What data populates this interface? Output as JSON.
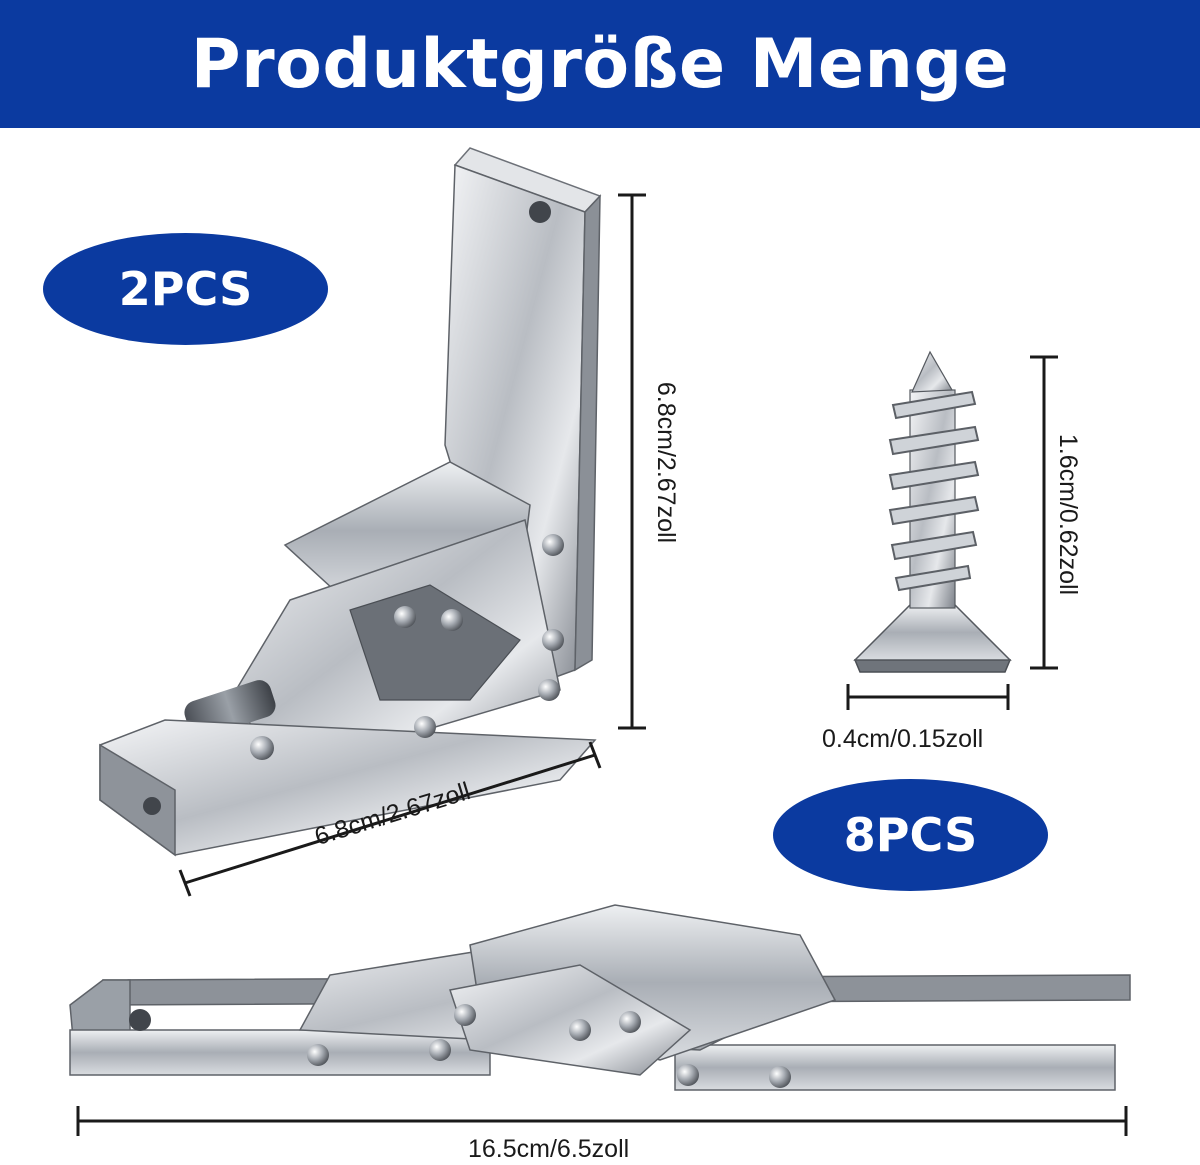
{
  "banner": {
    "title": "Produktgröße Menge",
    "color": "#0b3aa0"
  },
  "badges": {
    "hinge_qty": "2PCS",
    "screw_qty": "8PCS"
  },
  "dimensions": {
    "hinge_height": "6.8cm/2.67zoll",
    "hinge_width": "6.8cm/2.67zoll",
    "screw_length": "1.6cm/0.62zoll",
    "screw_width": "0.4cm/0.15zoll",
    "open_length": "16.5cm/6.5zoll"
  },
  "images": {
    "folded_hinge": "folded-hinge-photo",
    "screw": "countersunk-screw-photo",
    "open_hinge": "open-hinge-photo"
  }
}
